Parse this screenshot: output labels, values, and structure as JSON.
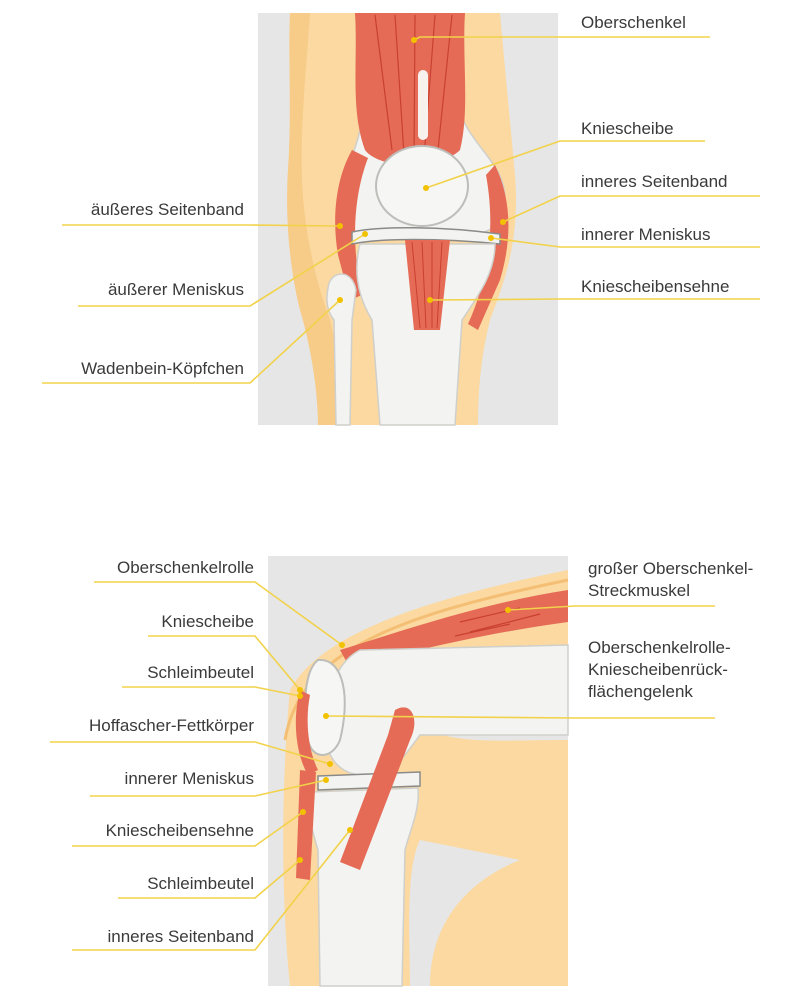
{
  "colors": {
    "skin": "#fbd9a0",
    "skin_dark": "#f4bf74",
    "panel": "#e6e6e6",
    "bone": "#f3f3f1",
    "bone_shade": "#d9d9d6",
    "muscle": "#e56b56",
    "muscle_dark": "#c9402f",
    "leader_line": "#f2d24a",
    "dot": "#f2c200",
    "text": "#3a3a3a"
  },
  "front_view": {
    "labels_left": [
      "äußeres Seitenband",
      "äußerer Meniskus",
      "Wadenbein-Köpfchen"
    ],
    "labels_right": [
      "Oberschenkel",
      "Kniescheibe",
      "inneres Seitenband",
      "innerer Meniskus",
      "Kniescheibensehne"
    ]
  },
  "side_view": {
    "labels_left": [
      "Oberschenkelrolle",
      "Kniescheibe",
      "Schleimbeutel",
      "Hoffascher-Fettkörper",
      "innerer Meniskus",
      "Kniescheibensehne",
      "Schleimbeutel",
      "inneres Seitenband"
    ],
    "labels_right": [
      "großer Oberschenkel-\nStreckmuskel",
      "Oberschenkelrolle-\nKniescheibenrück-\nflächengelenk"
    ]
  }
}
